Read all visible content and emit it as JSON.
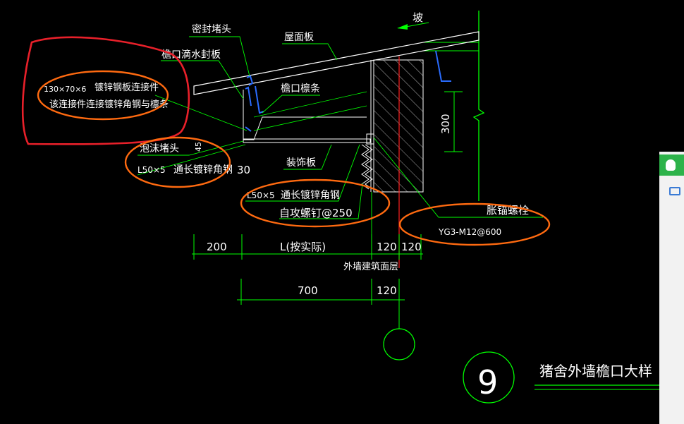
{
  "drawing": {
    "title": "猪舍外墙檐口大样",
    "detail_number": "9",
    "labels": {
      "slope": "坡",
      "sealing_plug": "密封堵头",
      "roof_panel": "屋面板",
      "eave_flashing": "檐口滴水封板",
      "connector_spec": "130×70×6",
      "connector_name": "镀锌钢板连接件",
      "connector_note": "该连接件连接镀锌角钢与檩条",
      "eave_purlin": "檐口檩条",
      "foam_plug": "泡沫堵头",
      "angle_spec_1": "L50×5",
      "angle_name_1": "通长镀锌角钢",
      "trim_panel": "装饰板",
      "angle_spec_2": "L50×5",
      "angle_name_2": "通长镀锌角钢",
      "screw": "自攻螺钉@250",
      "anchor_bolt": "胀锚螺栓",
      "anchor_spec": "YG3-M12@600",
      "wall_finish": "外墙建筑面层"
    },
    "dimensions": {
      "d45": "45",
      "d30": "30",
      "d300": "300",
      "d200": "200",
      "dL": "L(按实际)",
      "d120a": "120",
      "d120b": "120",
      "d700": "700",
      "d120c": "120"
    },
    "colors": {
      "background": "#000000",
      "line_green": "#00ff00",
      "line_white": "#ffffff",
      "annotation_blue": "#2a6cff",
      "axis_red": "#ff2020",
      "mark_red": "#e8202a",
      "mark_orange": "#ff6a10"
    }
  },
  "side_panel": {
    "icons": [
      "qq-icon",
      "image-icon"
    ]
  }
}
